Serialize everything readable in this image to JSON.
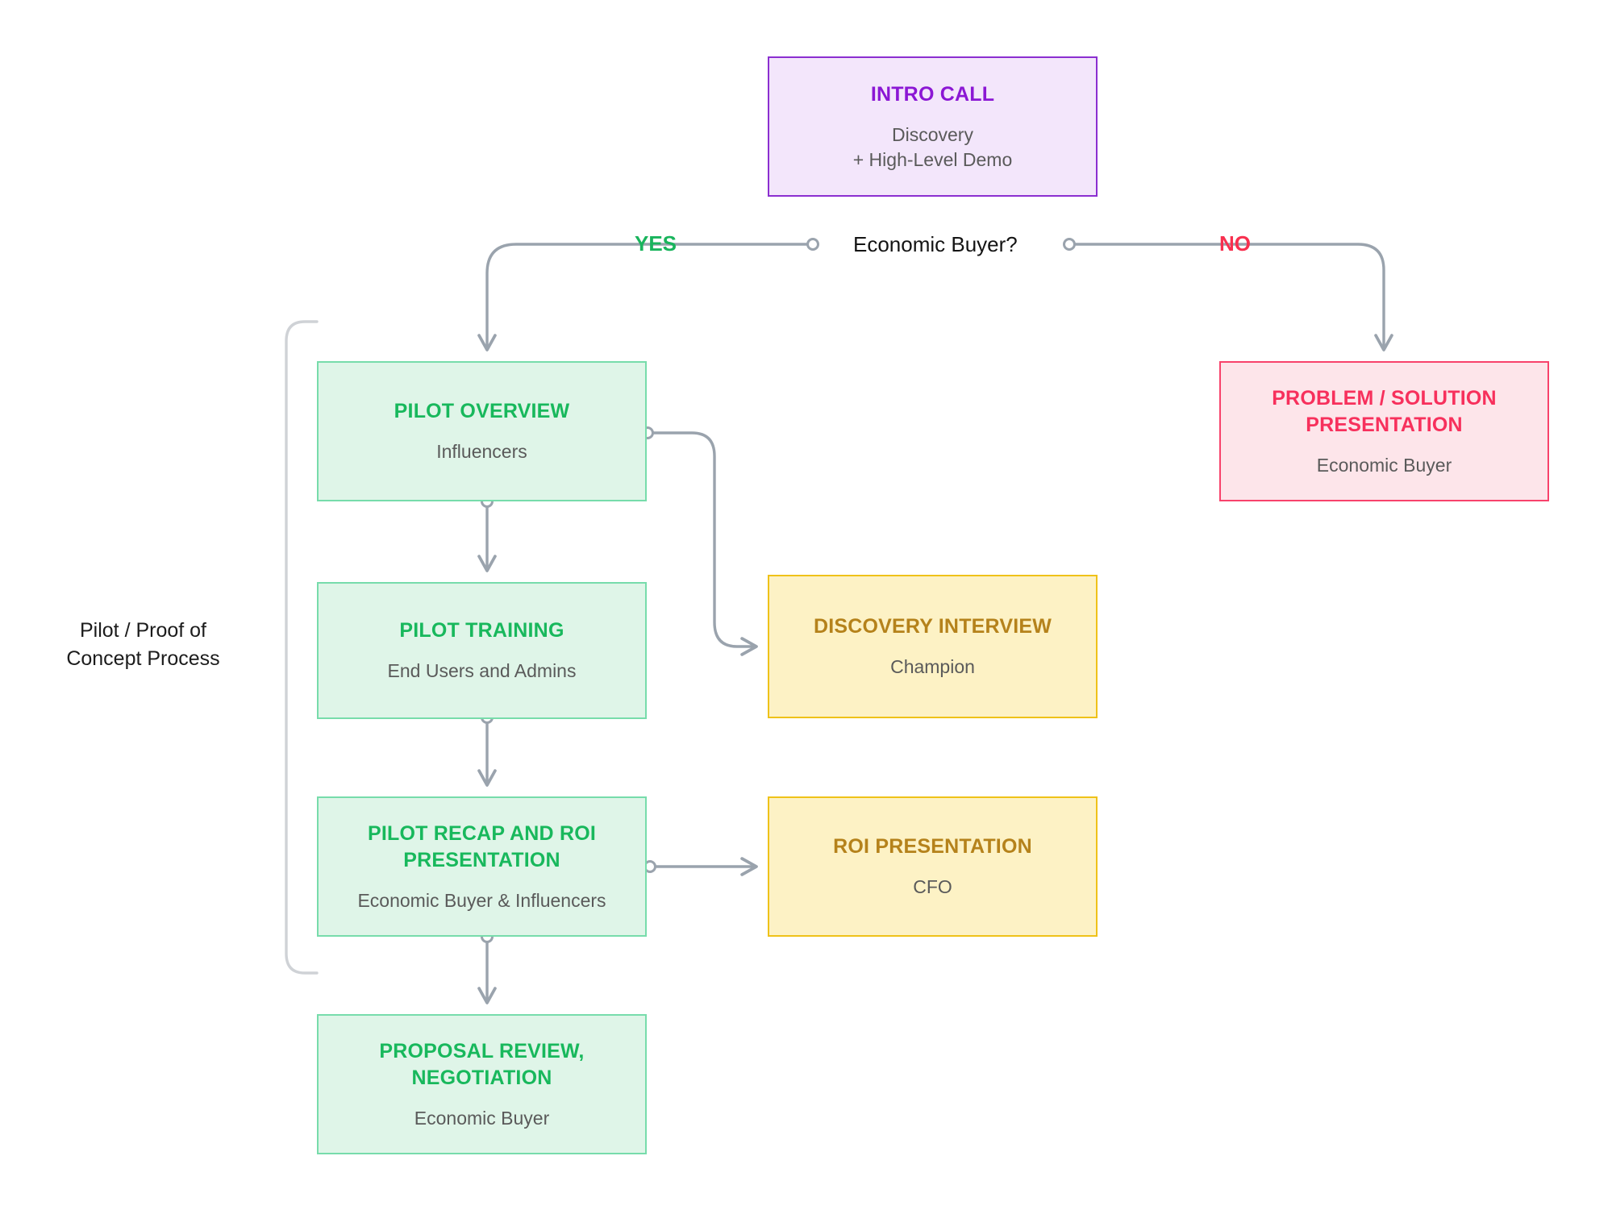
{
  "diagram": {
    "title_label": "Pilot / Proof of\nConcept Process",
    "decision": {
      "question": "Economic Buyer?",
      "yes_label": "YES",
      "no_label": "NO"
    },
    "colors": {
      "purple_fill": "#f3e6fb",
      "purple_border": "#8b2fd0",
      "purple_text": "#8b17d4",
      "green_fill": "#dff5e8",
      "green_border": "#77dcab",
      "green_text": "#18b85c",
      "yellow_fill": "#fdf2c5",
      "yellow_border": "#efc219",
      "yellow_text": "#b5821b",
      "red_fill": "#fde5ea",
      "red_border": "#f8426b",
      "red_text": "#f7305c",
      "connector": "#9aa3ad",
      "bracket": "#cfd2d6"
    },
    "nodes": [
      {
        "id": "intro-call",
        "title": "INTRO CALL",
        "sub": "Discovery\n+ High-Level Demo",
        "color": "purple"
      },
      {
        "id": "pilot-overview",
        "title": "PILOT OVERVIEW",
        "sub": "Influencers",
        "color": "green"
      },
      {
        "id": "pilot-training",
        "title": "PILOT TRAINING",
        "sub": "End Users and Admins",
        "color": "green"
      },
      {
        "id": "pilot-recap-roi",
        "title": "PILOT RECAP AND ROI PRESENTATION",
        "sub": "Economic Buyer & Influencers",
        "color": "green"
      },
      {
        "id": "proposal-review",
        "title": "PROPOSAL REVIEW, NEGOTIATION",
        "sub": "Economic Buyer",
        "color": "green"
      },
      {
        "id": "discovery-interview",
        "title": "DISCOVERY INTERVIEW",
        "sub": "Champion",
        "color": "yellow"
      },
      {
        "id": "roi-presentation",
        "title": "ROI PRESENTATION",
        "sub": "CFO",
        "color": "yellow"
      },
      {
        "id": "problem-solution",
        "title": "PROBLEM / SOLUTION PRESENTATION",
        "sub": "Economic Buyer",
        "color": "red"
      }
    ]
  }
}
